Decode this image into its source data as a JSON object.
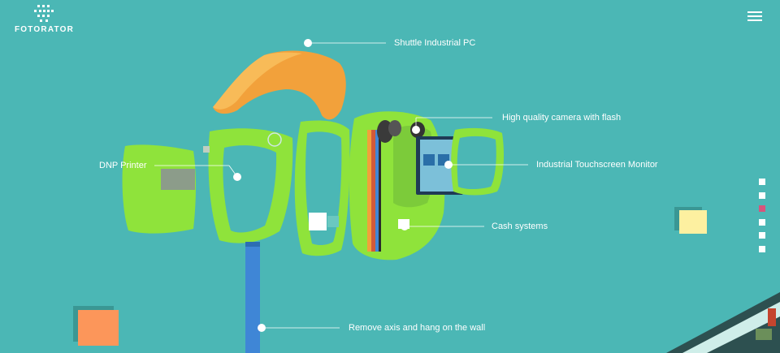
{
  "brand": {
    "name": "FOTORATOR"
  },
  "menu": {
    "icon": "hamburger-menu-icon"
  },
  "callouts": {
    "pc": "Shuttle Industrial PC",
    "camera": "High quality camera with flash",
    "monitor": "Industrial Touchscreen Monitor",
    "printer": "DNP Printer",
    "cash": "Cash systems",
    "axis": "Remove axis and hang on the wall"
  },
  "pagination": {
    "count": 6,
    "active_index": 2
  },
  "colors": {
    "background": "#4bb7b5",
    "shell": "#8fe33b",
    "roof": "#f2a13b",
    "pole": "#3f86d6",
    "accent_dot": "#d7547b",
    "yellow_square": "#fdf0a0",
    "orange_square": "#fc965a"
  }
}
